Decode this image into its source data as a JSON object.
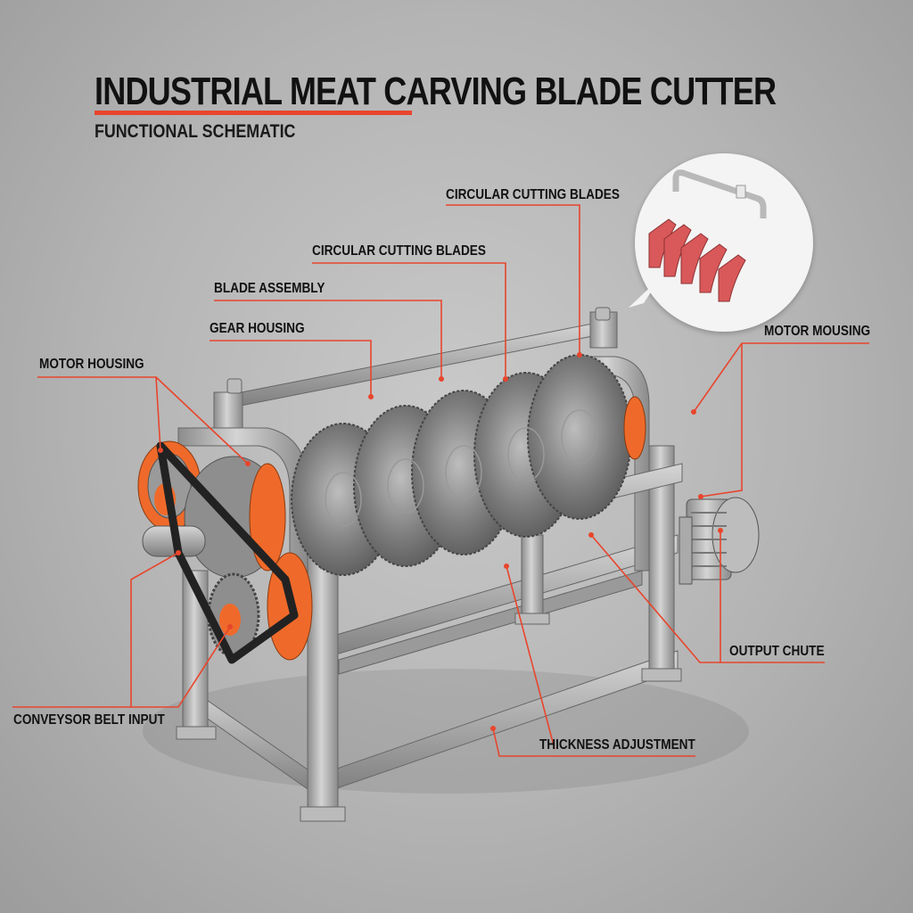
{
  "header": {
    "title": "INDUSTRIAL MEAT CARVING BLADE CUTTER",
    "subtitle": "FUNCTIONAL SCHEMATIC"
  },
  "colors": {
    "accent": "#e8452c",
    "steel": "#9a9a9a",
    "orange_parts": "#ef6a2a",
    "meat": "#d9585a",
    "belt": "#2a2a2a"
  },
  "labels": {
    "circular_cutting_blades_top": "CIRCULAR CUTTING BLADES",
    "circular_cutting_blades": "CIRCULAR CUTTING BLADES",
    "blade_assembly": "BLADE ASSEMBLY",
    "gear_housing": "GEAR HOUSING",
    "motor_housing_left": "MOTOR HOUSING",
    "motor_housing_right": "MOTOR MOUSING",
    "output_chute": "OUTPUT CHUTE",
    "conveyor_belt_input": "CONVEYSOR BELT INPUT",
    "thickness_adjustment": "THICKNESS ADJUSTMENT"
  },
  "inset": {
    "description": "sliced meat output detail",
    "slice_count": 5
  }
}
